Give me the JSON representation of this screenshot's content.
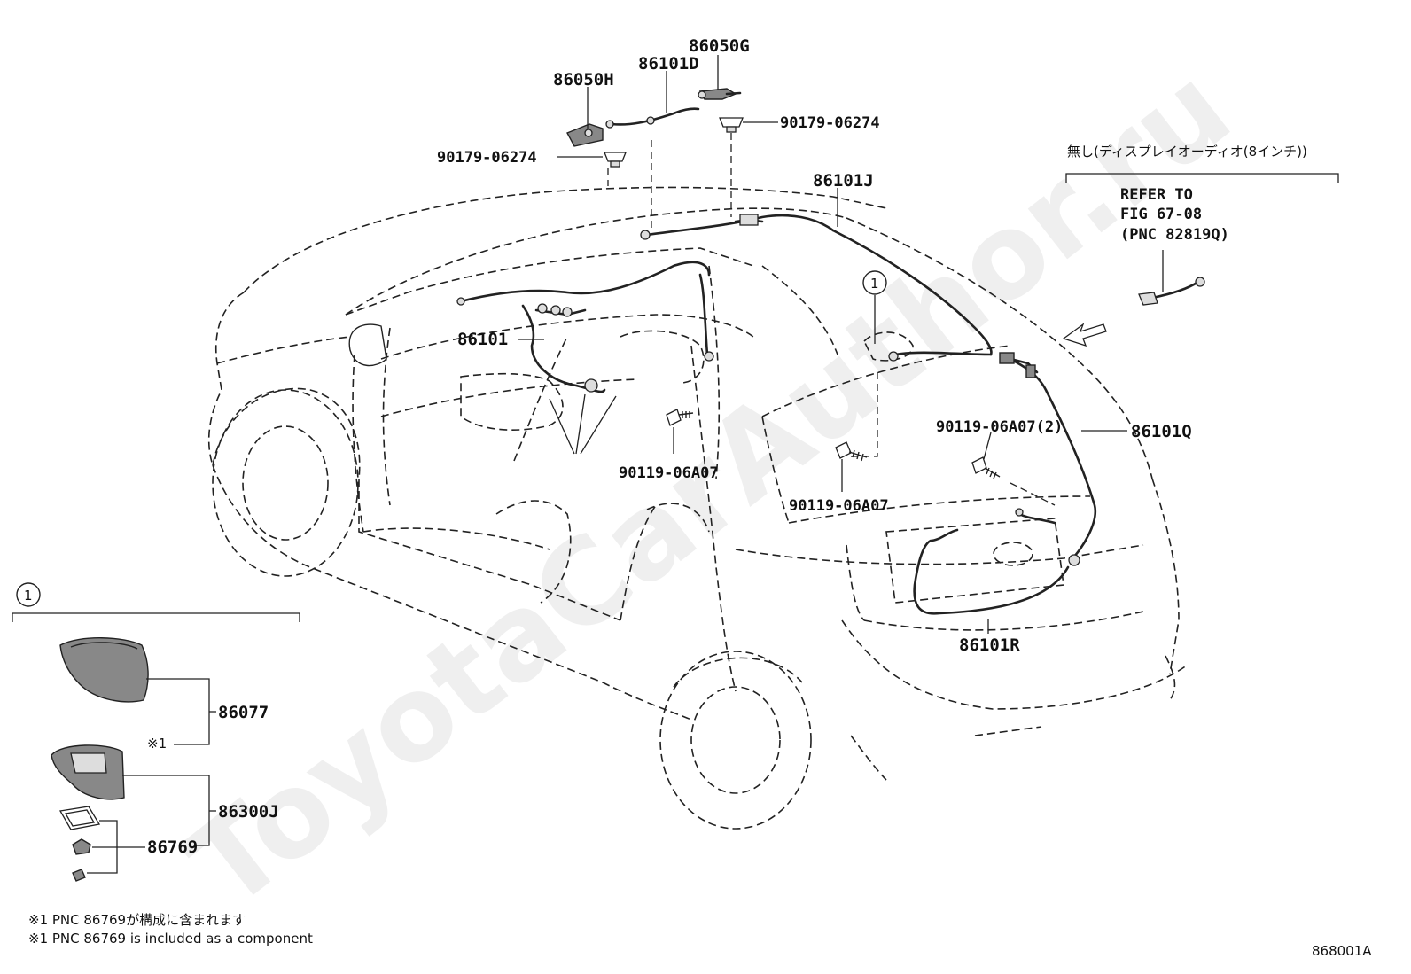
{
  "parts": {
    "p86050G": "86050G",
    "p86101D": "86101D",
    "p86050H": "86050H",
    "clip_right": "90179-06274",
    "clip_left": "90179-06274",
    "p86101J": "86101J",
    "p86101": "86101",
    "p86101Q": "86101Q",
    "bolt_2": "90119-06A07(2)",
    "bolt_center": "90119-06A07",
    "bolt_lower": "90119-06A07",
    "p86101R": "86101R",
    "p86077": "86077",
    "p86300J": "86300J",
    "p86769": "86769"
  },
  "callout": {
    "circle": "1",
    "circle_inset": "1"
  },
  "refer_box": {
    "japanese": "無し(ディスプレイオーディオ(8インチ))",
    "line1": "REFER TO",
    "line2": "FIG 67-08",
    "line3": "(PNC 82819Q)"
  },
  "inset": {
    "note_mark": "※1"
  },
  "footnotes": {
    "jp": "※1 PNC 86769が構成に含まれます",
    "en": "※1 PNC 86769 is included as a component"
  },
  "figure_id": "868001A",
  "watermark": "ToyotaCarAuthor.ru"
}
